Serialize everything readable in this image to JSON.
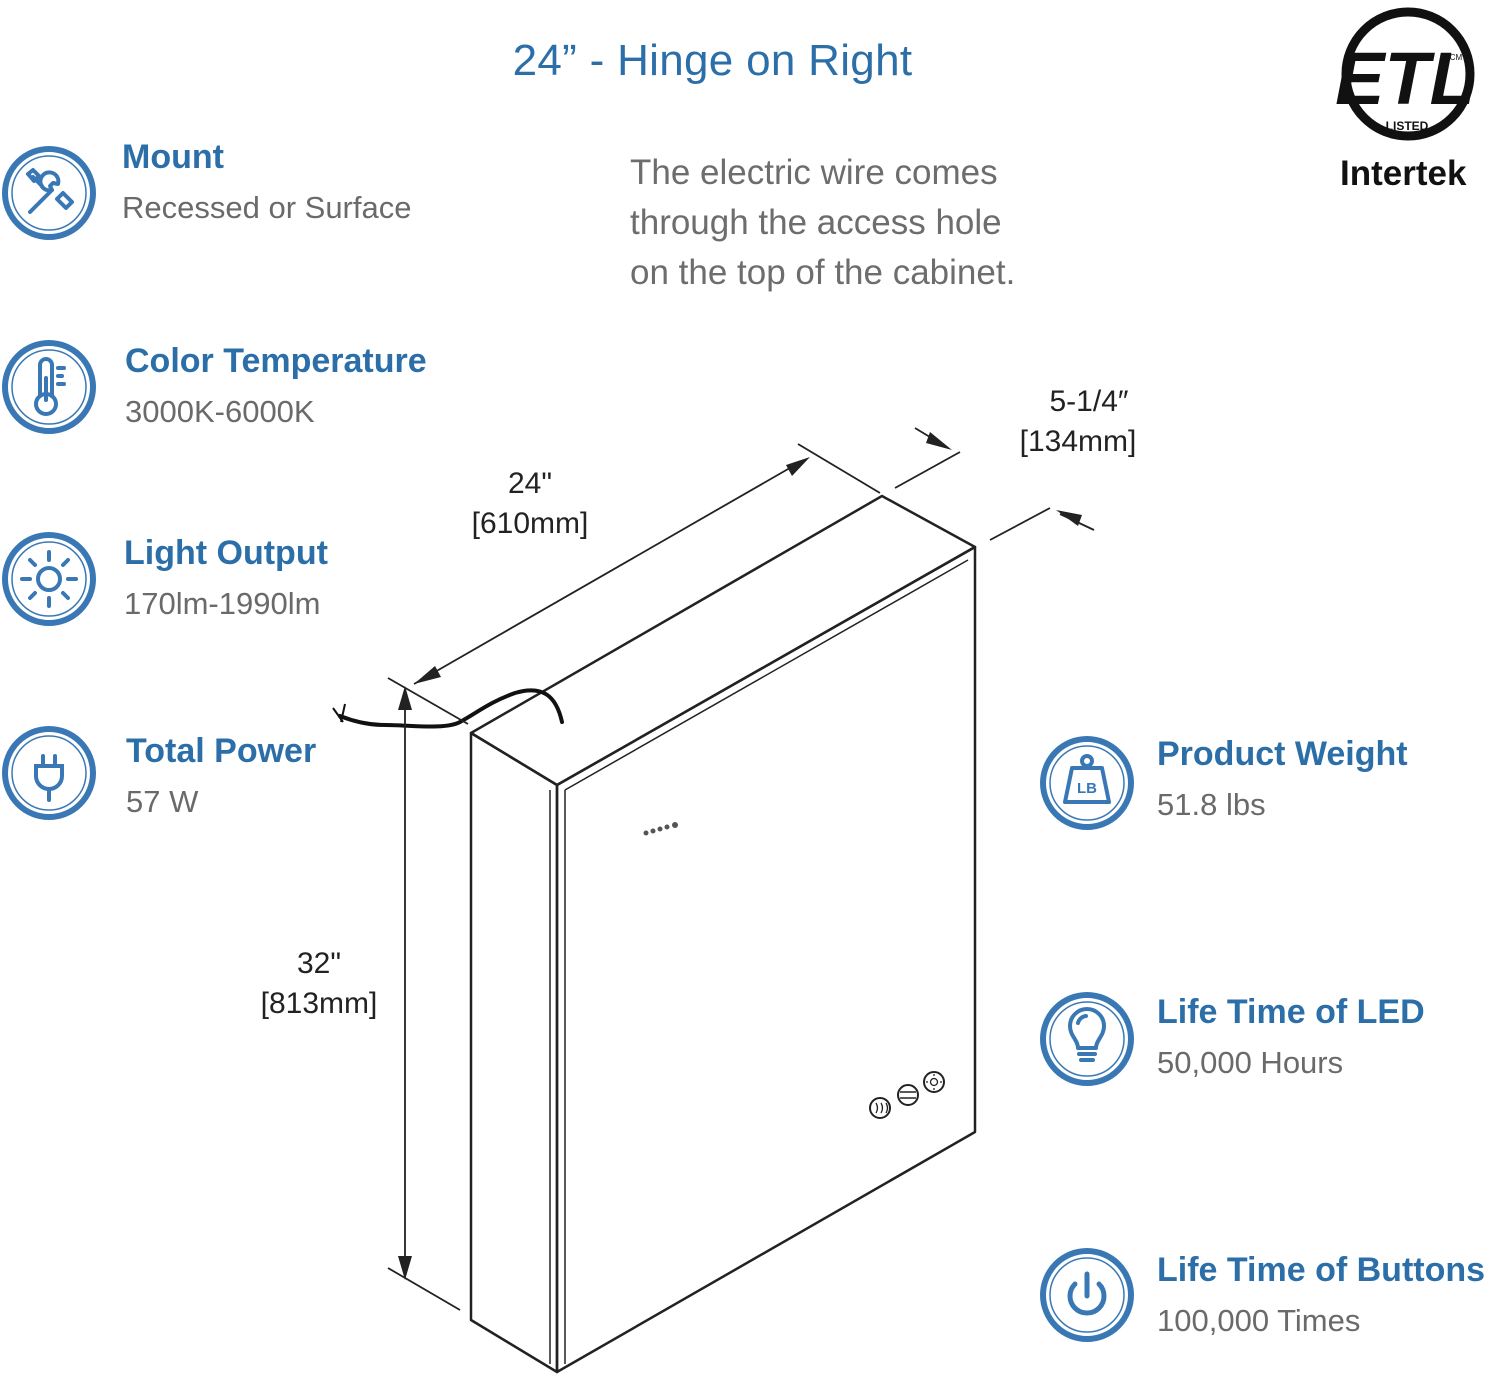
{
  "title": "24” - Hinge on Right",
  "note_lines": [
    "The electric wire comes",
    "through the access hole",
    "on the top of the cabinet."
  ],
  "certification": {
    "mark": "ETL",
    "sub_mark": "LISTED",
    "small_mark": "CM",
    "brand": "Intertek"
  },
  "specs_left": [
    {
      "label": "Mount",
      "value": "Recessed or Surface",
      "icon": "tools-icon"
    },
    {
      "label": "Color Temperature",
      "value": "3000K-6000K",
      "icon": "thermometer-icon"
    },
    {
      "label": "Light Output",
      "value": "170lm-1990lm",
      "icon": "sun-icon"
    },
    {
      "label": "Total Power",
      "value": "57 W",
      "icon": "plug-icon"
    }
  ],
  "specs_right": [
    {
      "label": "Product Weight",
      "value": "51.8 lbs",
      "icon": "weight-icon",
      "icon_text": "LB"
    },
    {
      "label": "Life Time of LED",
      "value": "50,000 Hours",
      "icon": "bulb-icon"
    },
    {
      "label": "Life Time of Buttons",
      "value": "100,000 Times",
      "icon": "power-icon"
    }
  ],
  "dimensions": {
    "width": {
      "imperial": "24\"",
      "metric": "[610mm]"
    },
    "depth": {
      "imperial": "5-1/4″",
      "metric": "[134mm]"
    },
    "height": {
      "imperial": "32\"",
      "metric": "[813mm]"
    }
  },
  "colors": {
    "accent": "#2c6fa8",
    "icon_blue": "#3a78b5",
    "text_gray": "#6a6a6a"
  }
}
